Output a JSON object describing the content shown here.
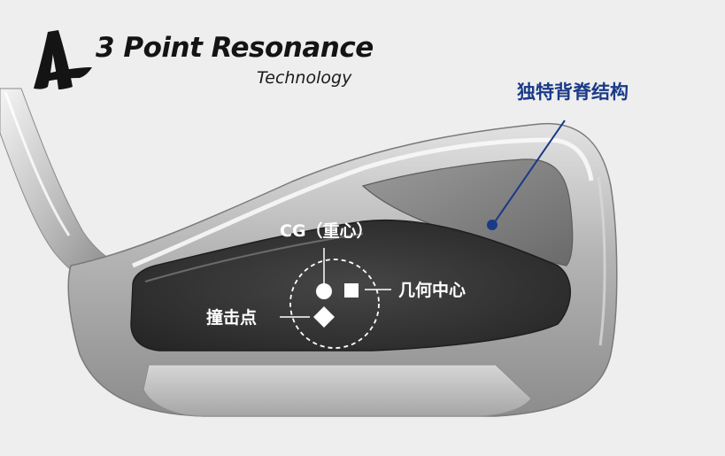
{
  "logo": {
    "name": "3 Point Resonance",
    "subtitle": "Technology"
  },
  "callout": {
    "label": "独特背脊结构",
    "color": "#1a3a87"
  },
  "diagram_labels": {
    "center_of_gravity": "CG（重心）",
    "geometric_center": "几何中心",
    "impact_point": "撞击点"
  },
  "colors": {
    "background": "#eeeeee",
    "cavity": "#3a3a3a",
    "callout_line": "#1a3a87"
  }
}
